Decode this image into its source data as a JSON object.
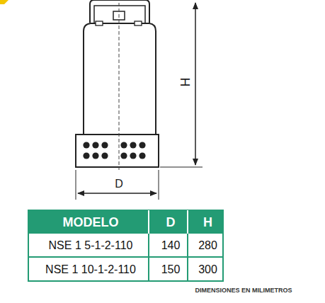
{
  "diagram": {
    "labels": [
      "H",
      "D",
      "MODELO",
      "D",
      "H",
      "NSE 1 5-1-2-110",
      "140",
      "280",
      "NSE 1 10-1-2-110",
      "150",
      "300",
      "DIMENSIONES EN MILIMETROS"
    ]
  }
}
